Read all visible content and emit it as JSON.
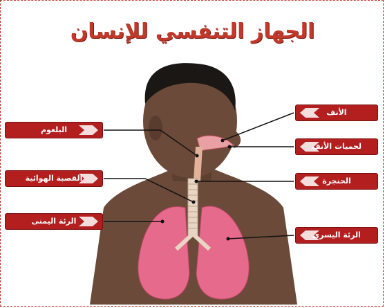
{
  "title": "الجهاز التنفسي للإنسان",
  "labels": {
    "nose": "الأنف",
    "nasal_cavity": "لحميات الأنف",
    "larynx": "الحنجرة",
    "left_lung": "الرئة اليسرى",
    "pharynx": "البلعوم",
    "trachea": "القصبة الهوائية",
    "right_lung": "الرئة اليمنى"
  },
  "colors": {
    "title": "#c0392b",
    "label_bg": "#b31f1f",
    "skin": "#6b4a3a",
    "lung": "#e56a8c",
    "leader_line": "#111111"
  }
}
